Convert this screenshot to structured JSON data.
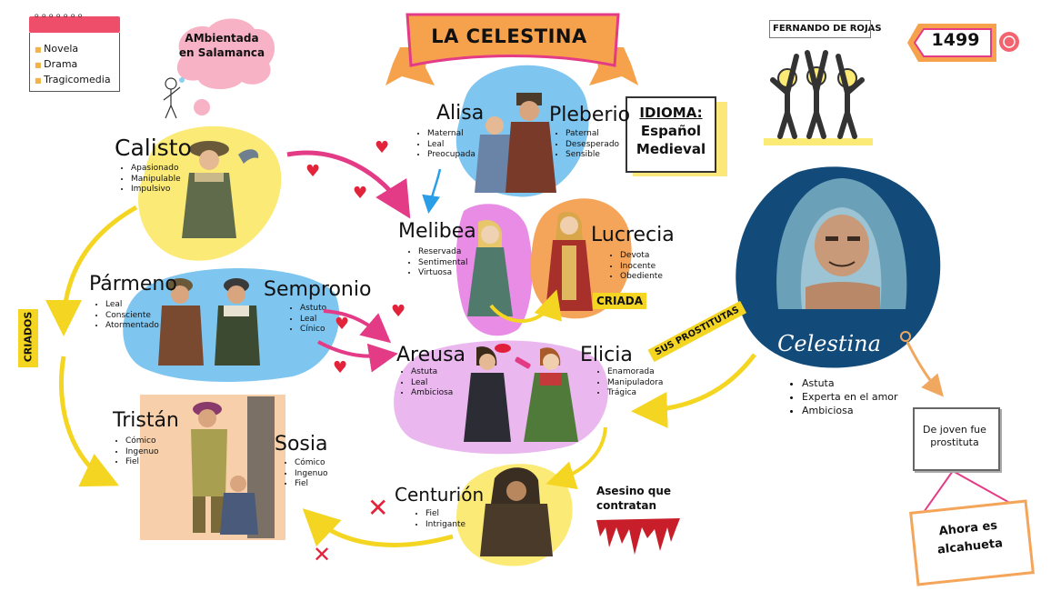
{
  "genre": {
    "items": [
      "Novela",
      "Drama",
      "Tragicomedia"
    ]
  },
  "setting": {
    "text": "AMbientada en Salamanca"
  },
  "title": {
    "text": "LA CELESTINA"
  },
  "author": {
    "text": "FERNANDO DE ROJAS"
  },
  "year": {
    "text": "1499"
  },
  "language": {
    "line1": "IDIOMA:",
    "line2": "Español",
    "line3": "Medieval"
  },
  "characters": {
    "calisto": {
      "name": "Calisto",
      "traits": [
        "Apasionado",
        "Manipulable",
        "Impulsivo"
      ]
    },
    "alisa": {
      "name": "Alisa",
      "traits": [
        "Maternal",
        "Leal",
        "Preocupada"
      ]
    },
    "pleberio": {
      "name": "Pleberio",
      "traits": [
        "Paternal",
        "Desesperado",
        "Sensible"
      ]
    },
    "melibea": {
      "name": "Melibea",
      "traits": [
        "Reservada",
        "Sentimental",
        "Virtuosa"
      ]
    },
    "lucrecia": {
      "name": "Lucrecia",
      "traits": [
        "Devota",
        "Inocente",
        "Obediente"
      ]
    },
    "parmeno": {
      "name": "Pármeno",
      "traits": [
        "Leal",
        "Consciente",
        "Atormentado"
      ]
    },
    "sempronio": {
      "name": "Sempronio",
      "traits": [
        "Astuto",
        "Leal",
        "Cínico"
      ]
    },
    "areusa": {
      "name": "Areusa",
      "traits": [
        "Astuta",
        "Leal",
        "Ambiciosa"
      ]
    },
    "elicia": {
      "name": "Elicia",
      "traits": [
        "Enamorada",
        "Manipuladora",
        "Trágica"
      ]
    },
    "tristan": {
      "name": "Tristán",
      "traits": [
        "Cómico",
        "Ingenuo",
        "Fiel"
      ]
    },
    "sosia": {
      "name": "Sosia",
      "traits": [
        "Cómico",
        "Ingenuo",
        "Fiel"
      ]
    },
    "centurion": {
      "name": "Centurión",
      "traits": [
        "Fiel",
        "Intrigante"
      ]
    },
    "celestina": {
      "name": "Celestina",
      "traits": [
        "Astuta",
        "Experta en el amor",
        "Ambiciosa"
      ]
    }
  },
  "labels": {
    "criados": "CRIADOS",
    "criada": "CRIADA",
    "sus_prostitutas": "SUS PROSTITUTAS",
    "asesino": "Asesino que contratan",
    "de_joven": "De joven fue prostituta",
    "ahora": "Ahora es alcahueta"
  },
  "colors": {
    "yellow": "#fbea76",
    "pink": "#e43b86",
    "blue": "#7ec5f0",
    "violet": "#e98ce6",
    "orange": "#f5a55a",
    "lilac": "#eab7ef",
    "peach": "#f7cfaa",
    "navy": "#124b7a",
    "arrow_yellow": "#f4d622"
  }
}
